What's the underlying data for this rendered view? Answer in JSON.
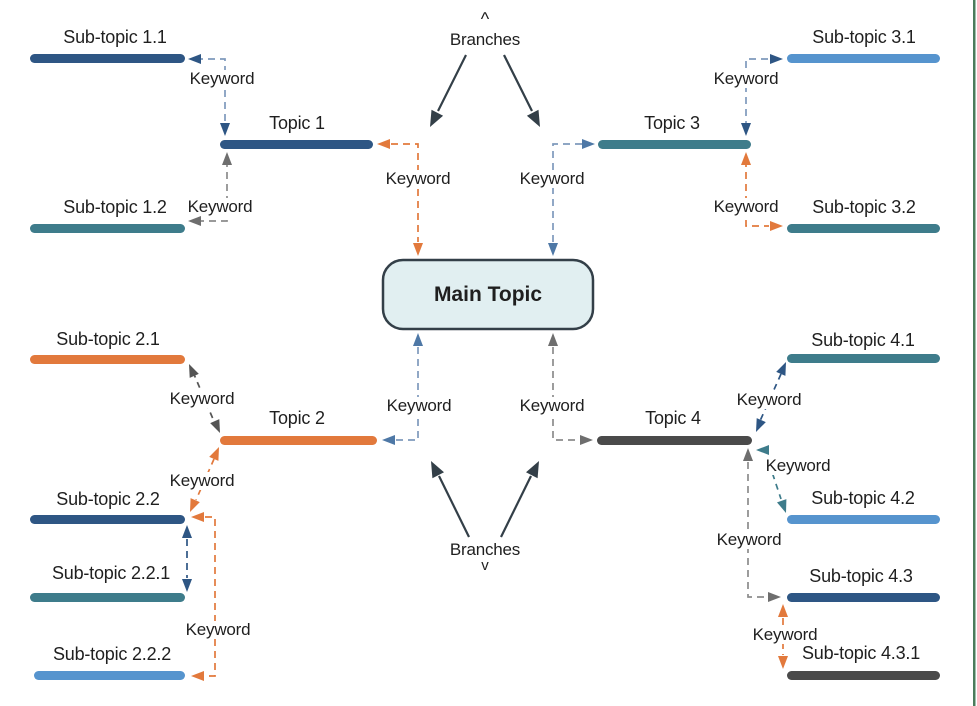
{
  "diagram": {
    "main_topic": "Main Topic",
    "branches_top": "Branches",
    "branches_bottom": "Branches",
    "caret_up": "^",
    "caret_down": "v",
    "keyword": "Keyword",
    "topics": {
      "topic1": "Topic 1",
      "topic2": "Topic 2",
      "topic3": "Topic 3",
      "topic4": "Topic 4"
    },
    "subtopics": {
      "s11": "Sub-topic 1.1",
      "s12": "Sub-topic 1.2",
      "s21": "Sub-topic 2.1",
      "s22": "Sub-topic 2.2",
      "s221": "Sub-topic 2.2.1",
      "s222": "Sub-topic 2.2.2",
      "s31": "Sub-topic 3.1",
      "s32": "Sub-topic 3.2",
      "s41": "Sub-topic 4.1",
      "s42": "Sub-topic 4.2",
      "s43": "Sub-topic 4.3",
      "s431": "Sub-topic 4.3.1"
    }
  },
  "colors": {
    "navy": "#2E5684",
    "teal": "#3E7C8B",
    "light_blue": "#5694CE",
    "orange": "#E2793C",
    "dark_gray": "#4A4A4A",
    "steel_line": "#7E99BC",
    "steel_head": "#4E78A6",
    "gray_line": "#8C8C8C",
    "gray_head": "#6E6E6E",
    "diag_gray": "#555555",
    "slate": "#333F48",
    "box_fill": "#E1EFF1",
    "box_border": "#333F48",
    "green_edge": "#4A7C5B"
  }
}
